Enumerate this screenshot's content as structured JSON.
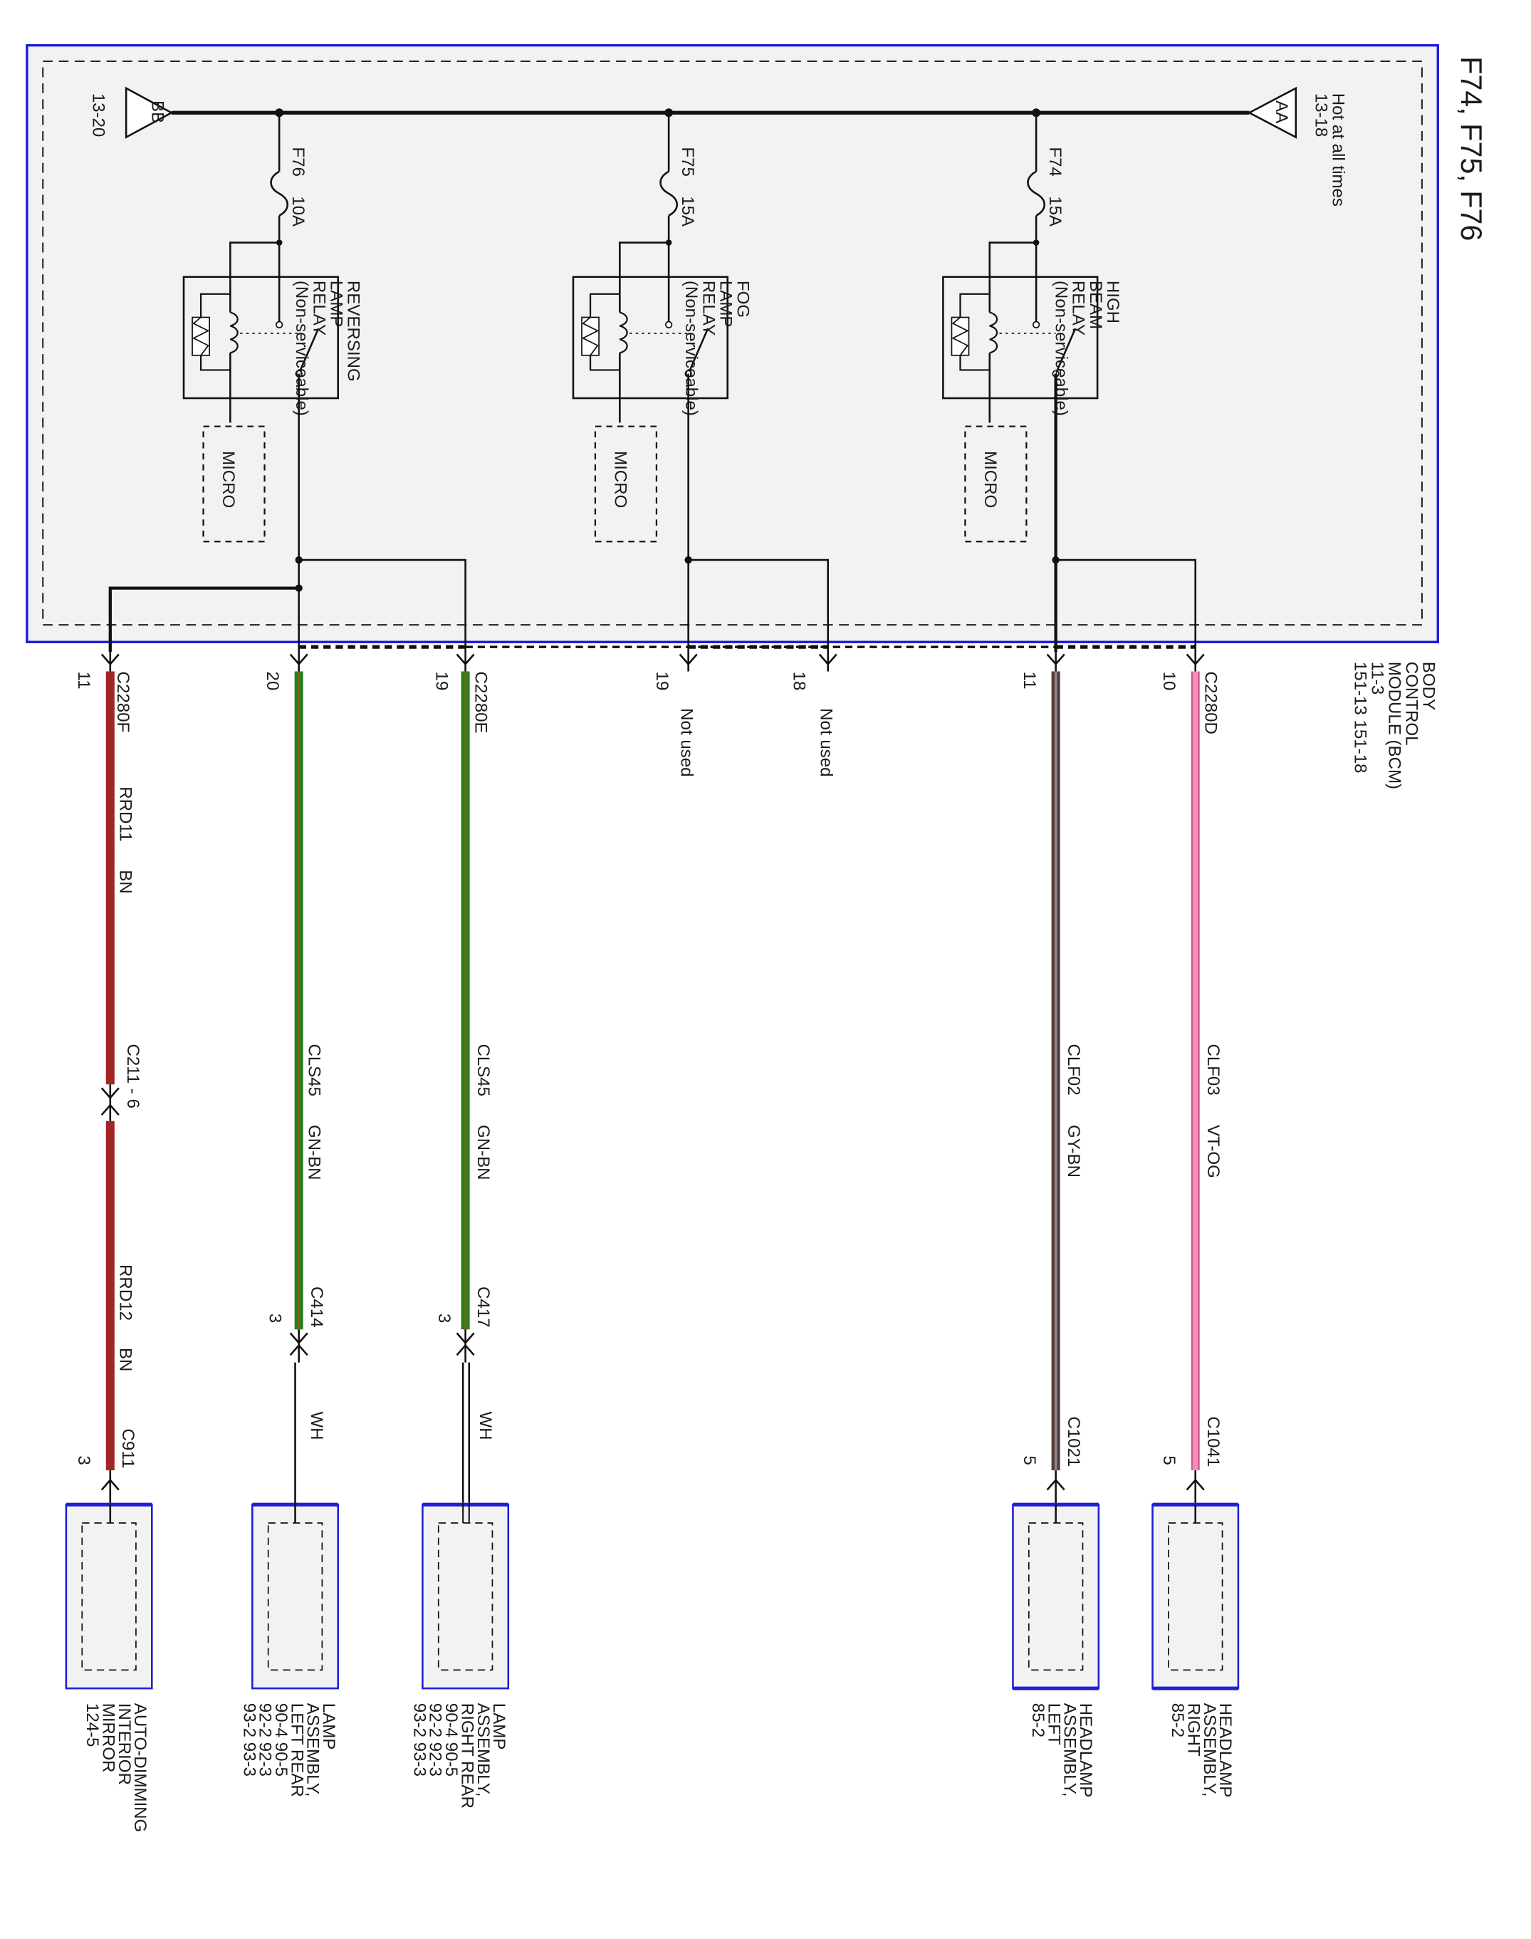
{
  "title": "F74, F75, F76",
  "bcm": {
    "lines": [
      "BODY",
      "CONTROL",
      "MODULE (BCM)",
      "11-3",
      "151-13    151-18"
    ]
  },
  "bus": {
    "aa_label": "AA",
    "aa_note": [
      "Hot at all times",
      "13-18"
    ],
    "bb_label": "BB",
    "bb_ref": "13-20"
  },
  "fuses": [
    {
      "id": "F74",
      "rating": "15A"
    },
    {
      "id": "F75",
      "rating": "15A"
    },
    {
      "id": "F76",
      "rating": "10A"
    }
  ],
  "relays": [
    {
      "lines": [
        "HIGH",
        "BEAM",
        "RELAY",
        "(Non-serviceable)"
      ]
    },
    {
      "lines": [
        "FOG",
        "LAMP",
        "RELAY",
        "(Non-serviceable)"
      ]
    },
    {
      "lines": [
        "REVERSING",
        "LAMP",
        "RELAY",
        "(Non-serviceable)"
      ]
    }
  ],
  "micro_label": "MICRO",
  "connectors": {
    "c2280d": "C2280D",
    "c2280e": "C2280E",
    "c2280f": "C2280F",
    "c211": "C211 - 6",
    "c414": "C414",
    "c417": "C417",
    "c911": "C911",
    "c1021": "C1021",
    "c1041": "C1041"
  },
  "pins": {
    "d10": "10",
    "d11": "11",
    "u18": "18",
    "u19": "19",
    "e19": "19",
    "e20": "20",
    "f11": "11",
    "c417_pin": "3",
    "c414_pin": "3",
    "c911_pin": "3",
    "c1021_pin": "5",
    "c1041_pin": "5"
  },
  "not_used": "Not used",
  "wires": [
    {
      "circuit": "CLF03",
      "color": "VT-OG"
    },
    {
      "circuit": "CLF02",
      "color": "GY-BN"
    },
    {
      "circuit": "CLS45",
      "color": "GN-BN"
    },
    {
      "circuit": "CLS45",
      "color": "GN-BN"
    },
    {
      "circuit": "RRD11",
      "color": "BN"
    },
    {
      "circuit": "RRD12",
      "color": "BN"
    }
  ],
  "wh_label": "WH",
  "components": {
    "hl_right": [
      "HEADLAMP",
      "ASSEMBLY,",
      "RIGHT",
      "85-2"
    ],
    "hl_left": [
      "HEADLAMP",
      "ASSEMBLY,",
      "LEFT",
      "85-2"
    ],
    "lamp_right": [
      "LAMP",
      "ASSEMBLY,",
      "RIGHT REAR",
      "90-4    90-5",
      "92-2    92-3",
      "93-2    93-3"
    ],
    "lamp_left": [
      "LAMP",
      "ASSEMBLY,",
      "LEFT REAR",
      "90-4    90-5",
      "92-2    92-3",
      "93-2    93-3"
    ],
    "mirror": [
      "AUTO-DIMMING",
      "INTERIOR",
      "MIRROR",
      "124-5"
    ]
  },
  "colors": {
    "module_border": "#1f1fd6",
    "module_fill": "#f2f2f2",
    "vt_og": "#f48fb8",
    "gy_bn": "#7d5a5a",
    "gn": "#2e7d1a",
    "bn": "#a32626"
  }
}
